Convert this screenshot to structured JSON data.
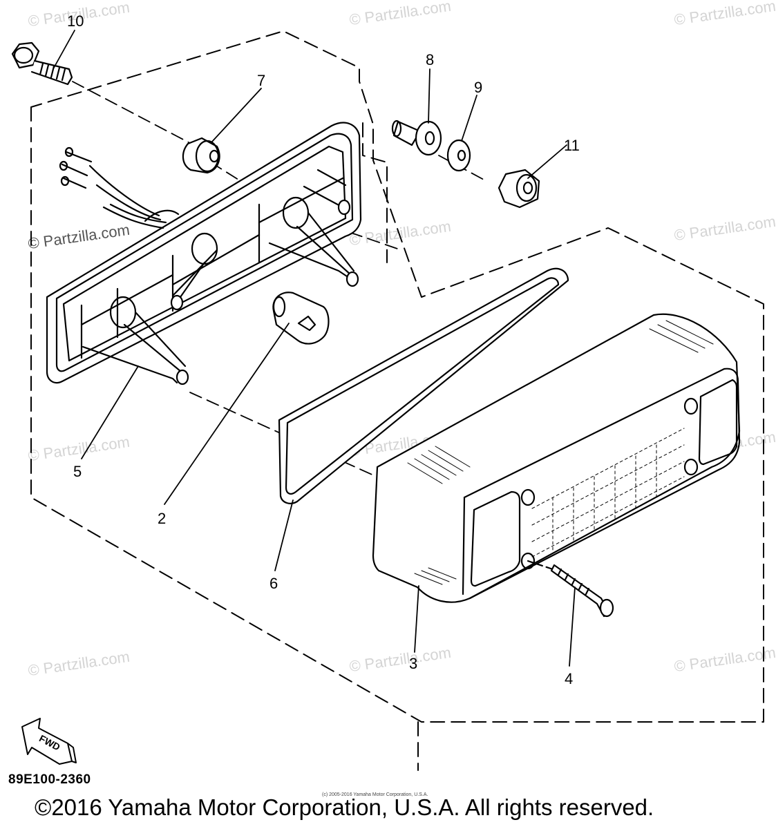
{
  "watermark": {
    "text": "© Partzilla.com"
  },
  "callouts": [
    {
      "id": "10",
      "label": "10"
    },
    {
      "id": "7",
      "label": "7"
    },
    {
      "id": "8",
      "label": "8"
    },
    {
      "id": "9",
      "label": "9"
    },
    {
      "id": "11",
      "label": "11"
    },
    {
      "id": "5",
      "label": "5"
    },
    {
      "id": "2",
      "label": "2"
    },
    {
      "id": "6",
      "label": "6"
    },
    {
      "id": "3",
      "label": "3"
    },
    {
      "id": "4",
      "label": "4"
    }
  ],
  "direction_arrow": {
    "label": "FWD"
  },
  "diagram_code": "89E100-2360",
  "small_copyright": "(c) 2005-2016 Yamaha Motor Corporation, U.S.A.",
  "copyright": "©2016 Yamaha Motor Corporation, U.S.A. All rights reserved."
}
